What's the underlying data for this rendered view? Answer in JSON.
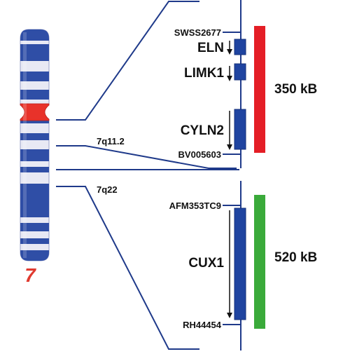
{
  "chromosome": {
    "number": "7",
    "number_color": "#e03a2f",
    "band_color": "#2f4ea6",
    "light_color": "#e8e9f4",
    "centromere_color": "#e8322a"
  },
  "bands": {
    "upper": "7q11.2",
    "lower": "7q22"
  },
  "regions": [
    {
      "size": "350 kB",
      "bar_color": "#e41e26",
      "start_marker": "SWSS2677",
      "end_marker": "BV005603",
      "genes": [
        {
          "name": "ELN"
        },
        {
          "name": "LIMK1"
        },
        {
          "name": "CYLN2"
        }
      ]
    },
    {
      "size": "520 kB",
      "bar_color": "#3aaa3a",
      "start_marker": "AFM353TC9",
      "end_marker": "RH44454",
      "genes": [
        {
          "name": "CUX1"
        }
      ]
    }
  ],
  "colors": {
    "line": "#1f3a8a",
    "gene_block": "#1f44a0",
    "arrow": "#111111"
  }
}
